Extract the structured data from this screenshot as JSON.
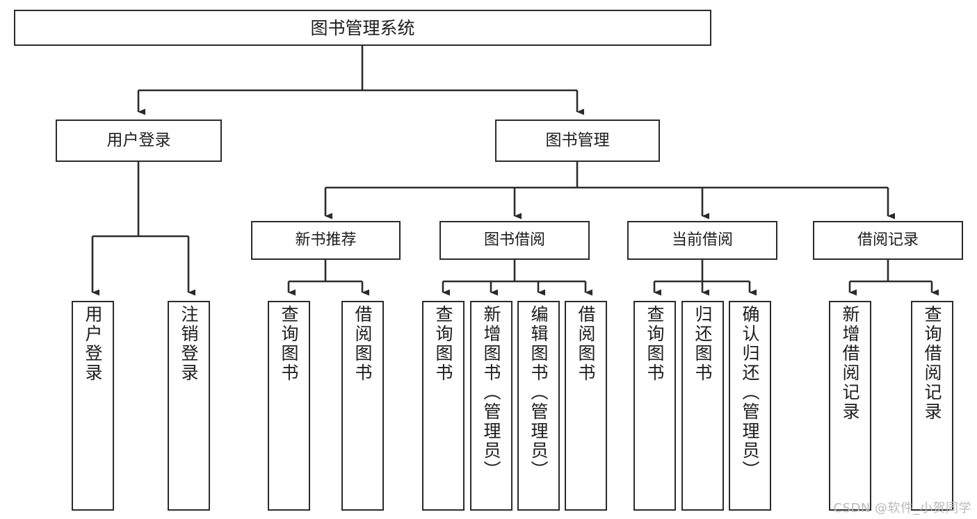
{
  "diagram": {
    "title": "图书管理系统",
    "type": "tree-hierarchy",
    "watermark": "CSDN @软件_小贺同学",
    "colors": {
      "background": "#ffffff",
      "stroke": "#2b2b2b",
      "text": "#1c1c1c",
      "watermark": "#b9b9b9"
    },
    "root": {
      "id": "root",
      "label": "图书管理系统"
    },
    "level2": [
      {
        "id": "user-login",
        "label": "用户登录"
      },
      {
        "id": "book-manage",
        "label": "图书管理"
      }
    ],
    "level3": [
      {
        "id": "new-book-rec",
        "label": "新书推荐"
      },
      {
        "id": "book-borrow",
        "label": "图书借阅"
      },
      {
        "id": "current-borrow",
        "label": "当前借阅"
      },
      {
        "id": "borrow-record",
        "label": "借阅记录"
      }
    ],
    "leaves": {
      "user-login": [
        {
          "id": "leaf-user-login",
          "label": "用户登录"
        },
        {
          "id": "leaf-user-logout",
          "label": "注销登录"
        }
      ],
      "new-book-rec": [
        {
          "id": "leaf-query-book-1",
          "label": "查询图书"
        },
        {
          "id": "leaf-borrow-book-1",
          "label": "借阅图书"
        }
      ],
      "book-borrow": [
        {
          "id": "leaf-query-book-2",
          "label": "查询图书"
        },
        {
          "id": "leaf-add-book",
          "label": "新增图书（管理员）"
        },
        {
          "id": "leaf-edit-book",
          "label": "编辑图书（管理员）"
        },
        {
          "id": "leaf-borrow-book-2",
          "label": "借阅图书"
        }
      ],
      "current-borrow": [
        {
          "id": "leaf-query-book-3",
          "label": "查询图书"
        },
        {
          "id": "leaf-return-book",
          "label": "归还图书"
        },
        {
          "id": "leaf-confirm-return",
          "label": "确认归还（管理员）"
        }
      ],
      "borrow-record": [
        {
          "id": "leaf-add-record",
          "label": "新增借阅记录"
        },
        {
          "id": "leaf-query-record",
          "label": "查询借阅记录"
        }
      ]
    }
  }
}
